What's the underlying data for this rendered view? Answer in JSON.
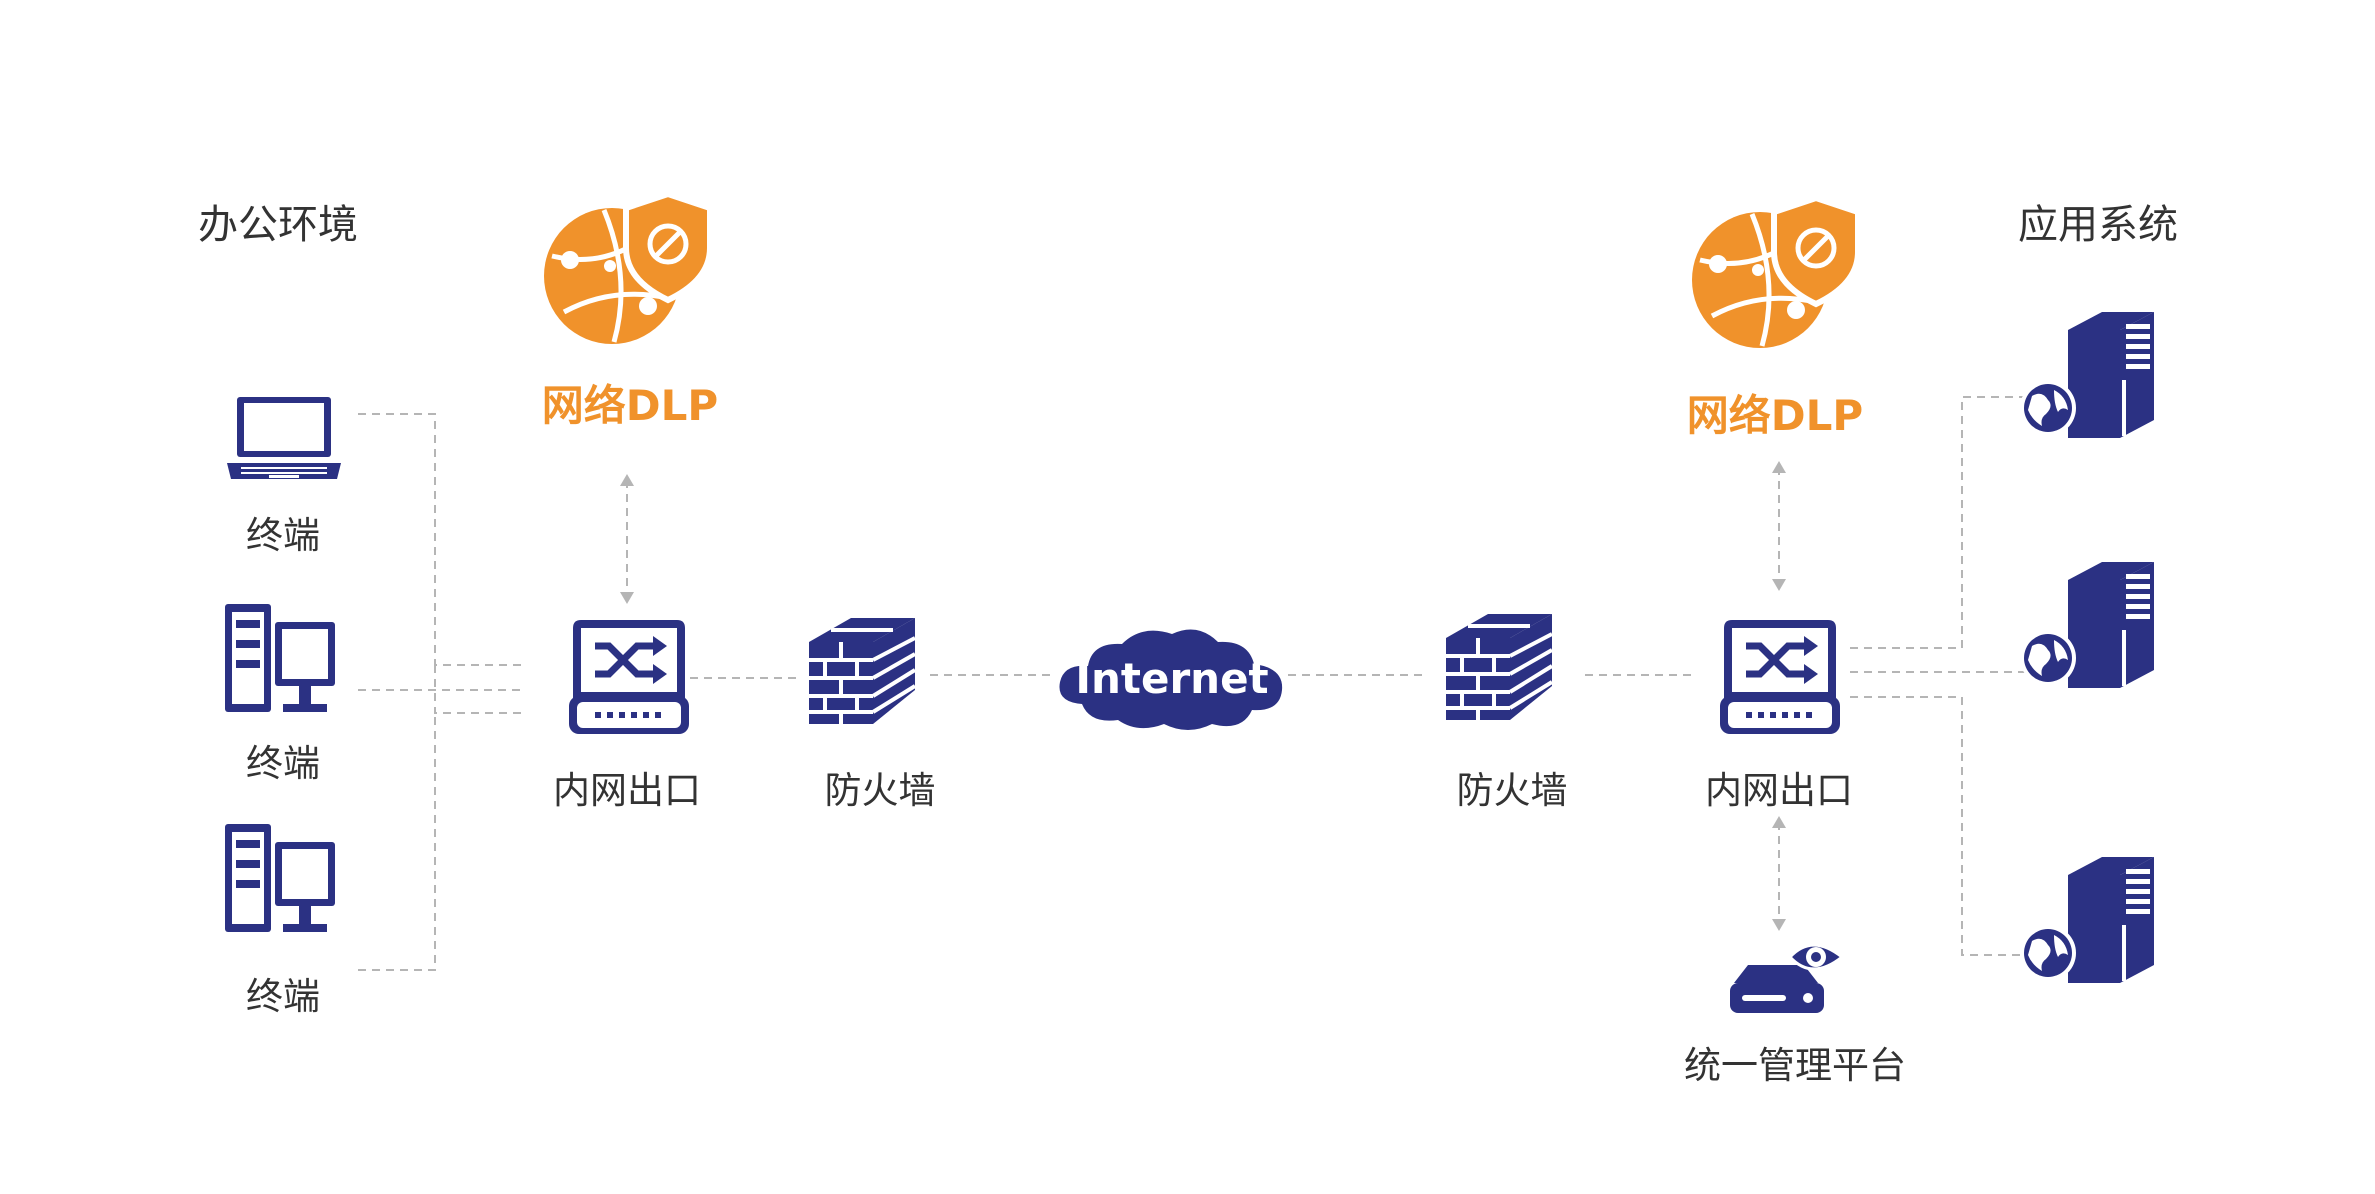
{
  "colors": {
    "navy": "#2b3183",
    "orange": "#f0922b",
    "line": "#b5b5b5",
    "text": "#333333"
  },
  "left_env": {
    "title": "办公环境",
    "terminals": [
      {
        "icon": "laptop-icon",
        "label": "终端"
      },
      {
        "icon": "desktop-computer-icon",
        "label": "终端"
      },
      {
        "icon": "desktop-computer-icon",
        "label": "终端"
      }
    ],
    "dlp": {
      "icon": "network-globe-shield-icon",
      "label": "网络DLP"
    },
    "gateway": {
      "icon": "network-switch-icon",
      "label": "内网出口"
    },
    "firewall": {
      "icon": "firewall-brick-icon",
      "label": "防火墙"
    }
  },
  "internet": {
    "icon": "cloud-icon",
    "label": "Internet"
  },
  "right_env": {
    "title": "应用系统",
    "dlp": {
      "icon": "network-globe-shield-icon",
      "label": "网络DLP"
    },
    "gateway": {
      "icon": "network-switch-icon",
      "label": "内网出口"
    },
    "firewall": {
      "icon": "firewall-brick-icon",
      "label": "防火墙"
    },
    "servers": [
      {
        "icon": "web-server-icon"
      },
      {
        "icon": "web-server-icon"
      },
      {
        "icon": "web-server-icon"
      }
    ],
    "platform": {
      "icon": "management-console-eye-icon",
      "label": "统一管理平台"
    }
  }
}
